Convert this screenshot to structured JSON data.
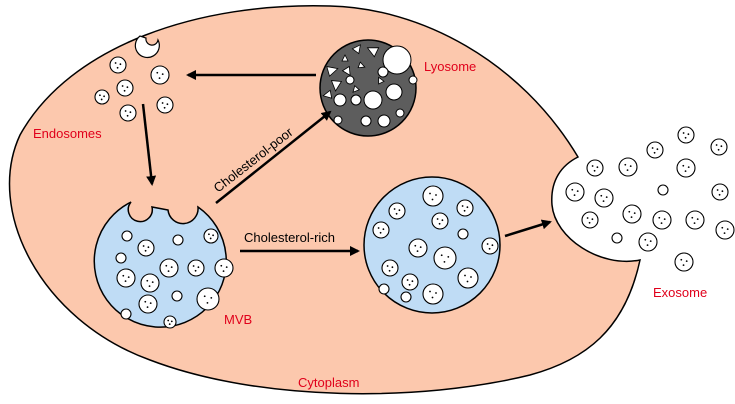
{
  "labels": {
    "endosomes": "Endosomes",
    "lysosome": "Lyosome",
    "mvb": "MVB",
    "cholesterol_poor": "Cholesterol-poor",
    "cholesterol_rich": "Cholesterol-rich",
    "exosome": "Exosome",
    "cytoplasm": "Cytoplasm"
  },
  "colors": {
    "cytoplasm": "#fcc8ad",
    "mvb": "#bfdcf5",
    "lysosome": "#5d5d5d",
    "organelle_label": "#e0001b",
    "outline": "#000000"
  }
}
